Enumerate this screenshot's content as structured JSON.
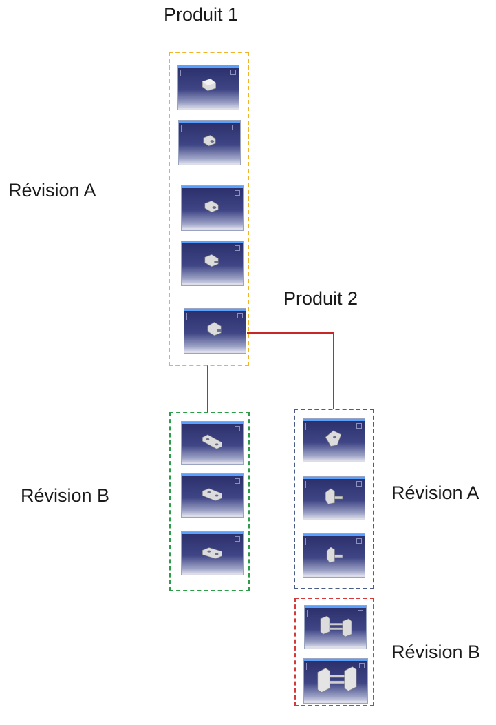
{
  "labels": {
    "produit1": "Produit 1",
    "produit2": "Produit 2",
    "p1_rev_a": "Révision A",
    "p1_rev_b": "Révision B",
    "p2_rev_a": "Révision A",
    "p2_rev_b": "Révision B"
  },
  "colors": {
    "p1_rev_a_border": "#f0b429",
    "p1_rev_b_border": "#2e9d4a",
    "p2_rev_a_border": "#4a5d85",
    "p2_rev_b_border": "#d43a3a",
    "connector": "#c62828"
  },
  "thumbnails": {
    "p1_rev_a": [
      "block-part",
      "block-part-hole",
      "block-part-hole",
      "block-part-notch",
      "block-part-notch"
    ],
    "p1_rev_b": [
      "long-part-holes",
      "long-part-holes",
      "long-part-holes"
    ],
    "p2_rev_a": [
      "angled-part",
      "angled-part-pin",
      "angled-part-pin"
    ],
    "p2_rev_b": [
      "assembly-two-brackets",
      "assembly-two-brackets"
    ]
  }
}
